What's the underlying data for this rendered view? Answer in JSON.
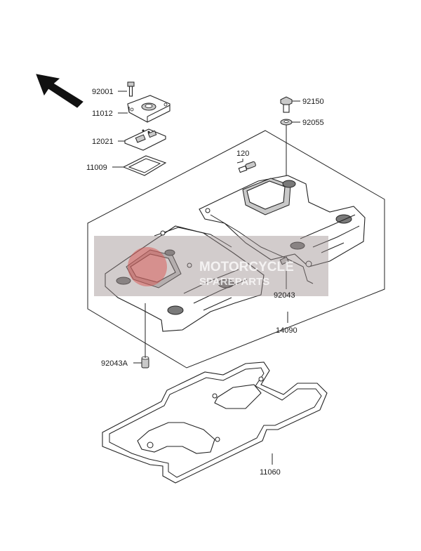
{
  "diagram": {
    "parts": [
      {
        "number": "92001"
      },
      {
        "number": "11012"
      },
      {
        "number": "12021"
      },
      {
        "number": "11009"
      },
      {
        "number": "92150"
      },
      {
        "number": "92055"
      },
      {
        "number": "120"
      },
      {
        "number": "92043"
      },
      {
        "number": "14090"
      },
      {
        "number": "92043A"
      },
      {
        "number": "11060"
      }
    ]
  },
  "watermark": {
    "line1": "MOTORCYCLE",
    "line2": "SPAREPARTS"
  },
  "colors": {
    "watermark_fill": "#9b8e8e",
    "watermark_logo": "#d9534f"
  },
  "icons": {
    "direction_arrow": "front-direction-arrow-icon"
  }
}
